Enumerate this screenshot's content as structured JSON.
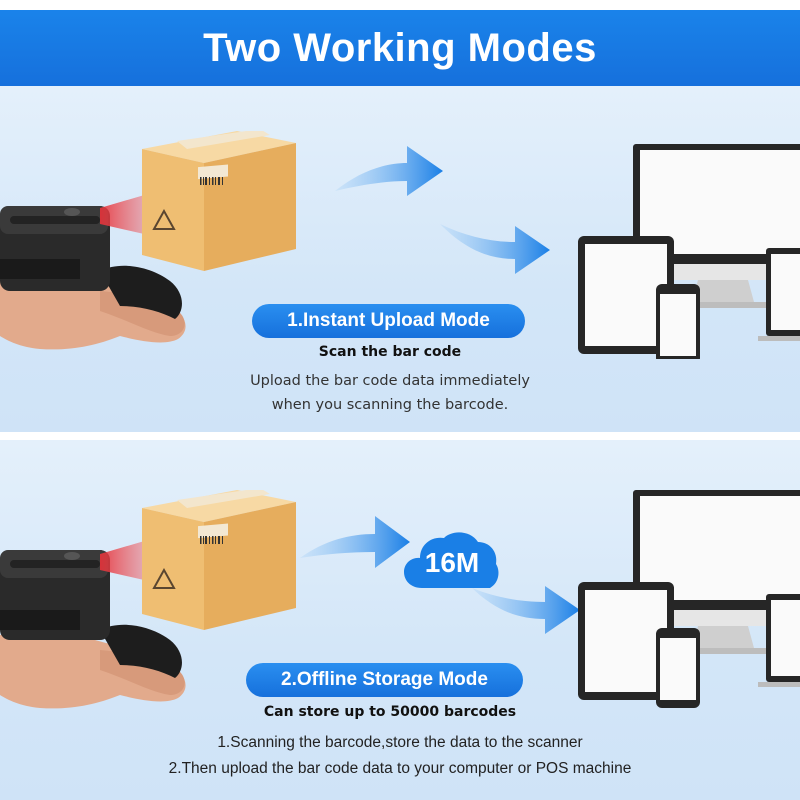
{
  "header": {
    "title": "Two Working Modes"
  },
  "mode1": {
    "label": "1.Instant Upload Mode",
    "subtitle": "Scan the bar code",
    "description_line1": "Upload the bar code data immediately",
    "description_line2": "when you scanning the barcode."
  },
  "mode2": {
    "label": "2.Offline Storage Mode",
    "subtitle": "Can store up to 50000 barcodes",
    "step1": "1.Scanning the barcode,store the data to the scanner",
    "step2": "2.Then upload the bar code data to your computer or POS machine",
    "storage_label": "16M"
  },
  "colors": {
    "brand_blue": "#1670dc",
    "panel_bg": "#d3e6f8",
    "box": "#f2c27a",
    "scanner": "#1e1e1e"
  },
  "icons": [
    "ring-barcode-scanner-icon",
    "cardboard-box-icon",
    "arrow-icon",
    "cloud-icon",
    "monitor-icon",
    "tablet-icon",
    "smartphone-icon",
    "laptop-icon",
    "recycle-icon"
  ]
}
